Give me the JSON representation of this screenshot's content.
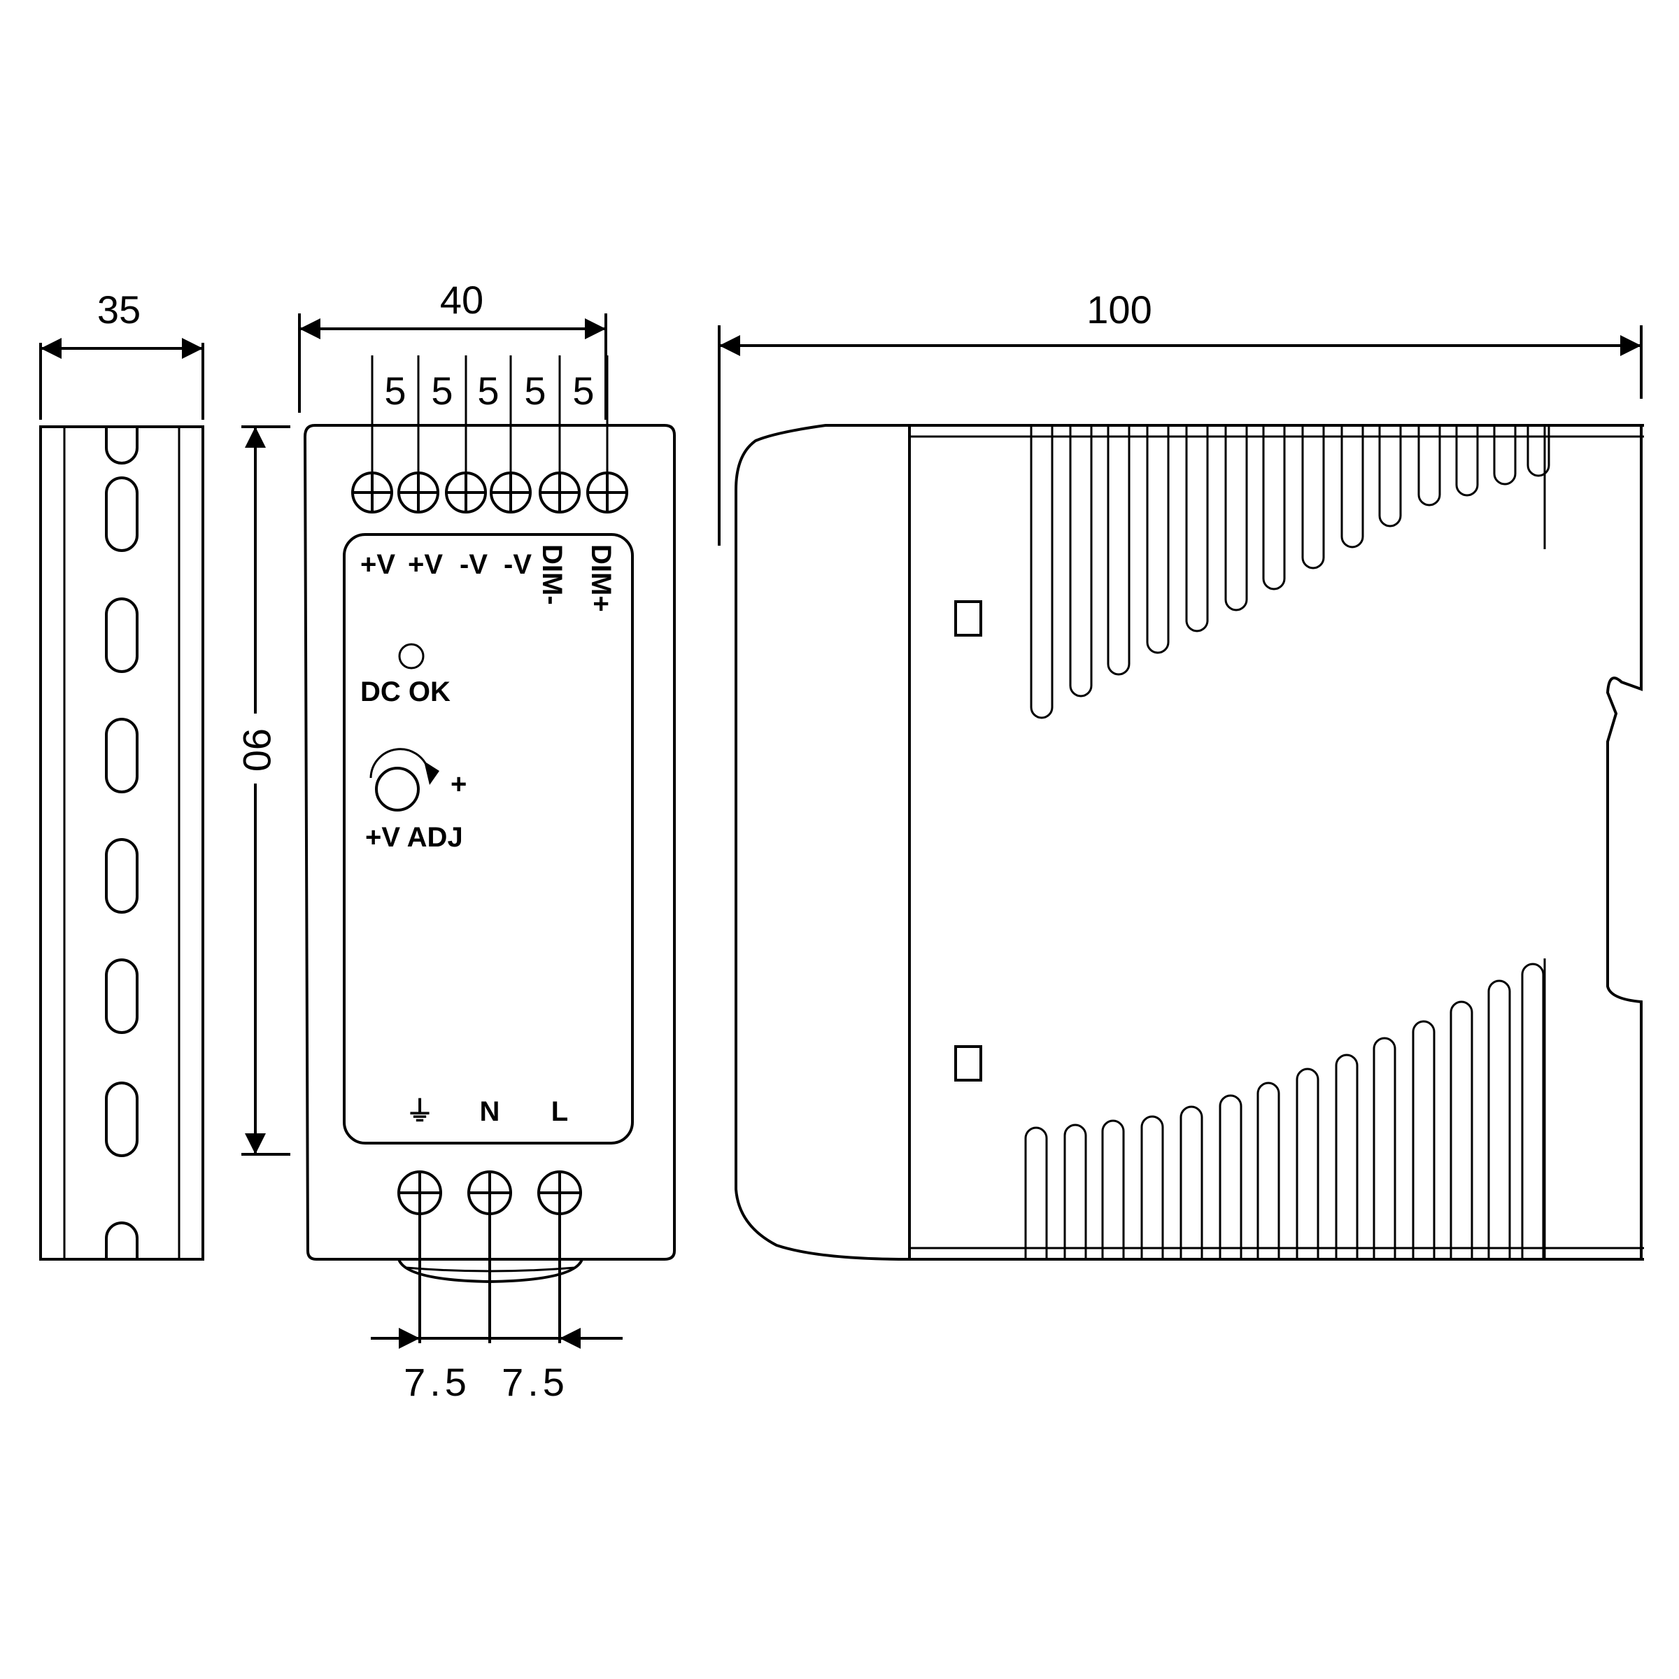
{
  "dimensions": {
    "rail_width": "35",
    "unit_width": "40",
    "unit_depth": "100",
    "unit_height": "90",
    "terminal_pitch_top": [
      "5",
      "5",
      "5",
      "5",
      "5"
    ],
    "terminal_pitch_bottom": [
      "7.5",
      "7.5"
    ]
  },
  "output_terminals": [
    "+V",
    "+V",
    "-V",
    "-V",
    "DIM-",
    "DIM+"
  ],
  "indicators": {
    "dc_ok": "DC OK",
    "adj_plus": "+",
    "adj_label": "+V ADJ"
  },
  "input_terminals": [
    "⏚",
    "N",
    "L"
  ],
  "colors": {
    "line": "#000000",
    "background": "#ffffff"
  }
}
